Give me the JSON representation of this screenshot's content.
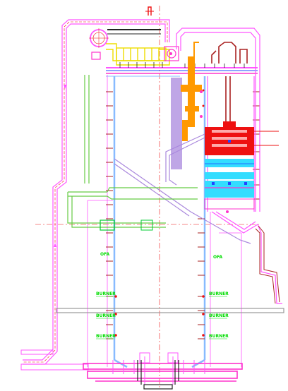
{
  "colors": {
    "pink": "#ff55ff",
    "magenta": "#ff33cc",
    "lightblue": "#88bbff",
    "blue": "#2244ff",
    "cyan": "#33ddff",
    "red": "#ee1111",
    "darkred": "#aa2222",
    "orange": "#ff9900",
    "yellow": "#eedd00",
    "green": "#66cc44",
    "brightgreen": "#00cc33",
    "purple": "#aa88dd",
    "black": "#222222",
    "gray": "#999999",
    "label": "#00dd00"
  },
  "labels": {
    "ofa_left": "OFA",
    "ofa_right": "OFA",
    "burner_left_1": "BURNER",
    "burner_left_2": "BURNER",
    "burner_left_3": "BURNER",
    "burner_right_1": "BURNER",
    "burner_right_2": "BURNER",
    "burner_right_3": "BURNER"
  }
}
